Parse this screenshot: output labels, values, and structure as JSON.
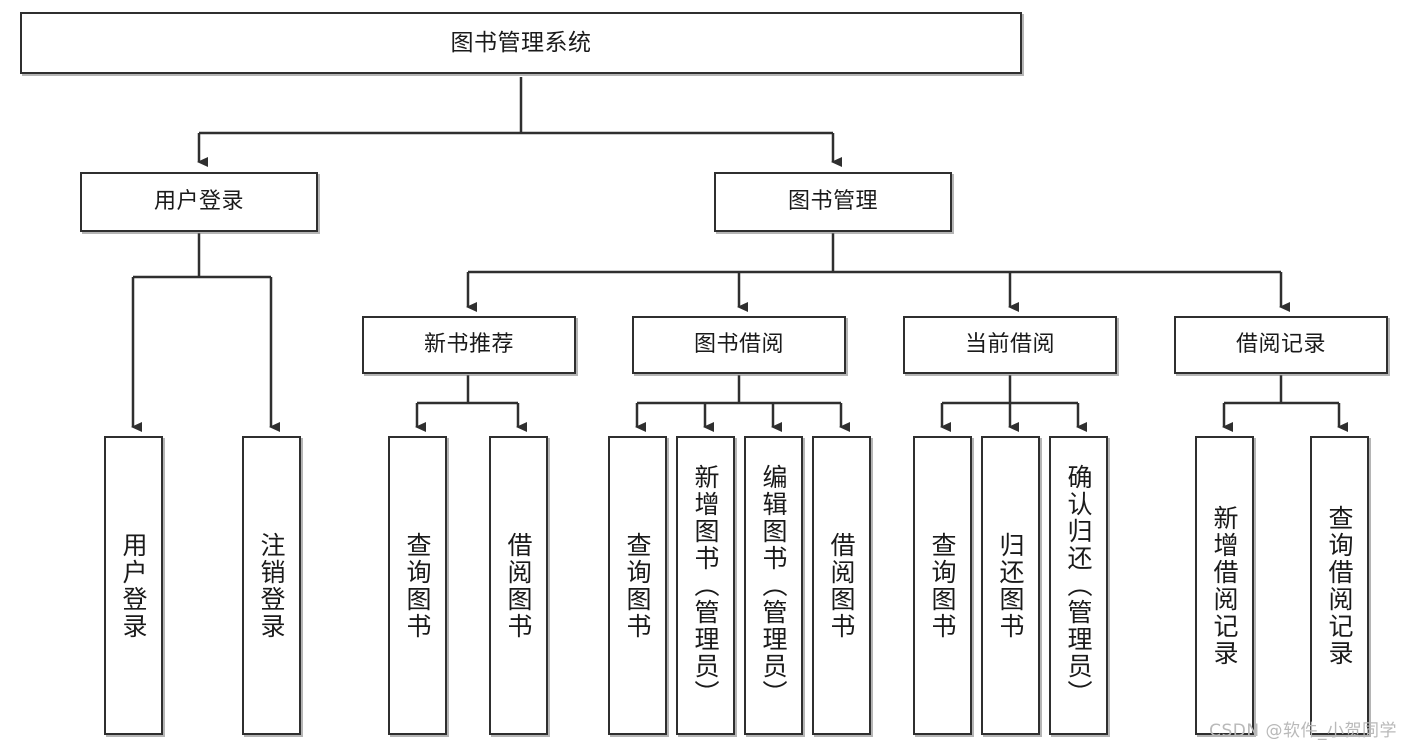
{
  "diagram": {
    "title": "图书管理系统",
    "type": "tree-hierarchy",
    "watermark": "CSDN @软件_小贺同学",
    "colors": {
      "box_border": "#2f2f2f",
      "box_fill": "#ffffff",
      "edge": "#2f2f2f",
      "text": "#1a1a1a",
      "watermark": "#b9b9b9",
      "background": "#ffffff"
    }
  },
  "nodes": {
    "root": {
      "label": "图书管理系统"
    },
    "level2": [
      {
        "id": "user-login",
        "label": "用户登录"
      },
      {
        "id": "book-manage",
        "label": "图书管理"
      }
    ],
    "level3": [
      {
        "id": "new-book-recommend",
        "label": "新书推荐"
      },
      {
        "id": "book-borrow",
        "label": "图书借阅"
      },
      {
        "id": "current-borrow",
        "label": "当前借阅"
      },
      {
        "id": "borrow-record",
        "label": "借阅记录"
      }
    ],
    "leaves": {
      "user_login": [
        {
          "id": "leaf-user-login",
          "label": "用户登录"
        },
        {
          "id": "leaf-logout-login",
          "label": "注销登录"
        }
      ],
      "new_book_recommend": [
        {
          "id": "leaf-query-book-1",
          "label": "查询图书"
        },
        {
          "id": "leaf-borrow-book-1",
          "label": "借阅图书"
        }
      ],
      "book_borrow": [
        {
          "id": "leaf-query-book-2",
          "label": "查询图书"
        },
        {
          "id": "leaf-add-book",
          "label": "新增图书（管理员）"
        },
        {
          "id": "leaf-edit-book",
          "label": "编辑图书（管理员）"
        },
        {
          "id": "leaf-borrow-book-2",
          "label": "借阅图书"
        }
      ],
      "current_borrow": [
        {
          "id": "leaf-query-book-3",
          "label": "查询图书"
        },
        {
          "id": "leaf-return-book",
          "label": "归还图书"
        },
        {
          "id": "leaf-confirm-return",
          "label": "确认归还（管理员）"
        }
      ],
      "borrow_record": [
        {
          "id": "leaf-add-record",
          "label": "新增借阅记录"
        },
        {
          "id": "leaf-query-record",
          "label": "查询借阅记录"
        }
      ]
    }
  }
}
